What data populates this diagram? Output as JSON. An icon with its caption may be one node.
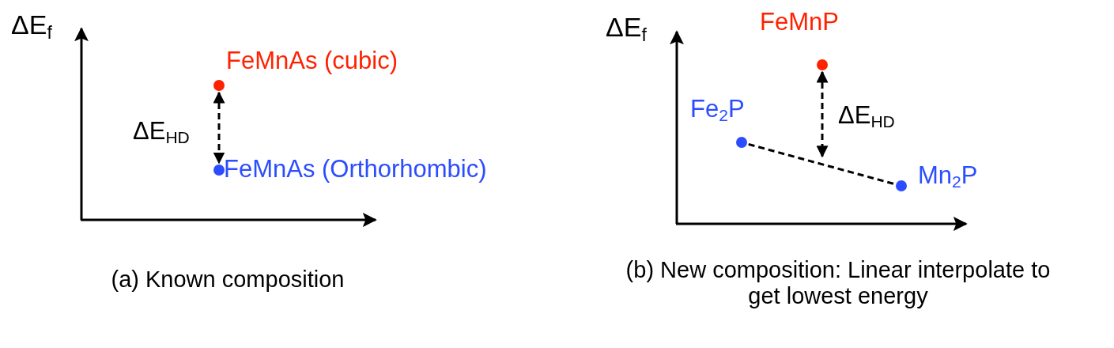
{
  "diagram": {
    "nodes": [
      {
        "text": [],
        "shape": "circle",
        "beside": [
          "FeMnAs (cubic)"
        ]
      },
      {
        "text": [],
        "shape": "circle",
        "beside": [
          "FeMnAs (Orthorhombic)"
        ]
      },
      {
        "text": [],
        "shape": "circle",
        "beside": [
          "FeMnP"
        ]
      },
      {
        "text": [],
        "shape": "circle",
        "beside": [
          "Fe$_{2}$P"
        ]
      },
      {
        "text": [],
        "shape": "circle",
        "beside": [
          "Mn$_{2}$P"
        ]
      }
    ],
    "edges": [
      {
        "from": 0,
        "to": 1,
        "arrow": "both",
        "style": "dashed",
        "label": "ΔE$_{HD}$"
      },
      {
        "from": 3,
        "to": 4,
        "arrow": "none",
        "style": "dashed"
      },
      {
        "from": 2,
        "to": null,
        "arrow": "both",
        "style": "dashed",
        "label": "ΔE$_{HD}$"
      }
    ],
    "labels": [
      "ΔE$_{f}$",
      "ΔE$_{f}$",
      "(a) Known composition",
      "(b) New composition: Linear interpolate to get lowest energy"
    ]
  }
}
